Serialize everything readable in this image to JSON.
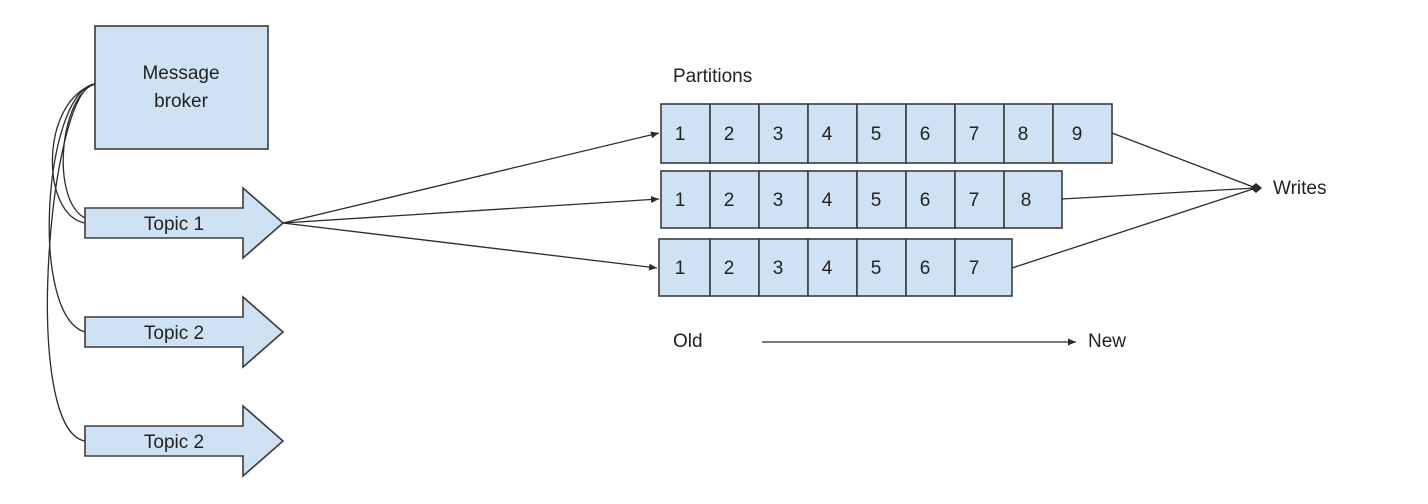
{
  "colors": {
    "fill": "#cfe2f3",
    "stroke": "#3c3c3c",
    "line": "#2b2b2b",
    "text": "#222222"
  },
  "broker": {
    "label_line1": "Message",
    "label_line2": "broker"
  },
  "topics": [
    {
      "label": "Topic 1"
    },
    {
      "label": "Topic 2"
    },
    {
      "label": "Topic 2"
    }
  ],
  "partitions_label": "Partitions",
  "partitions": [
    {
      "cells": [
        "1",
        "2",
        "3",
        "4",
        "5",
        "6",
        "7",
        "8",
        "9"
      ]
    },
    {
      "cells": [
        "1",
        "2",
        "3",
        "4",
        "5",
        "6",
        "7",
        "8"
      ]
    },
    {
      "cells": [
        "1",
        "2",
        "3",
        "4",
        "5",
        "6",
        "7"
      ]
    }
  ],
  "writes_label": "Writes",
  "timeline": {
    "old": "Old",
    "new": "New"
  }
}
